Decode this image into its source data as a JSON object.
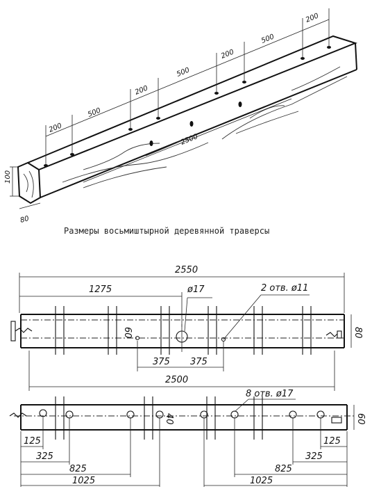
{
  "iso": {
    "top_dims": [
      "200",
      "500",
      "200",
      "500",
      "200",
      "500",
      "200"
    ],
    "length_label": "2500",
    "height_label": "100",
    "width_label": "80",
    "caption": "Размеры восьмиштырной деревянной траверсы"
  },
  "front": {
    "overall": "2550",
    "half": "1275",
    "hole_dia": "ø17",
    "holes_note": "2 отв. ø11",
    "side_gap": "60",
    "height": "80",
    "offset_left": "375",
    "offset_right": "375",
    "span": "2500"
  },
  "plan": {
    "holes_note": "8 отв. ø17",
    "center_gap": "40",
    "height": "60",
    "left": {
      "d1": "125",
      "d2": "325",
      "d3": "825",
      "d4": "1025"
    },
    "right": {
      "d1": "125",
      "d2": "325",
      "d3": "825",
      "d4": "1025"
    }
  }
}
